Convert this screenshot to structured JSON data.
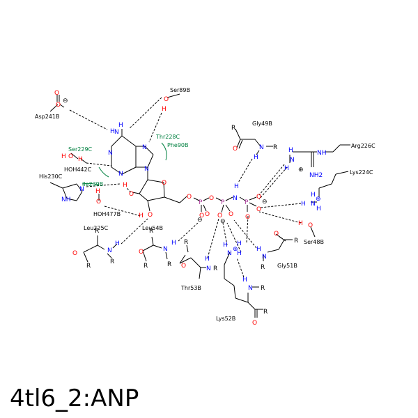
{
  "title": "4tl6_2:ANP",
  "colors": {
    "bond": "#000000",
    "nitrogen": "#0000ff",
    "oxygen": "#ff0000",
    "phosphorus": "#aa3399",
    "hydrophobic": "#008040"
  },
  "residues": {
    "ser89b": "Ser89B",
    "asp241b": "Asp241B",
    "gly49b": "Gly49B",
    "arg226c": "Arg226C",
    "lys224c": "Lys224C",
    "thr228c": "Thr228C",
    "phe90b": "Phe90B",
    "ser229c": "Ser229C",
    "hoh442c": "HOH442C",
    "his230c": "His230C",
    "ile239b": "Ile239B",
    "hoh477b": "HOH477B",
    "leu225c": "Leu225C",
    "leu54b": "Leu54B",
    "thr53b": "Thr53B",
    "ser48b": "Ser48B",
    "gly51b": "Gly51B",
    "lys52b": "Lys52B"
  },
  "atoms": {
    "o": "O",
    "n": "N",
    "nh": "NH",
    "h": "H",
    "p": "P",
    "r": "R",
    "nh2": "NH2",
    "minus": "⊖",
    "plus": "⊕"
  }
}
